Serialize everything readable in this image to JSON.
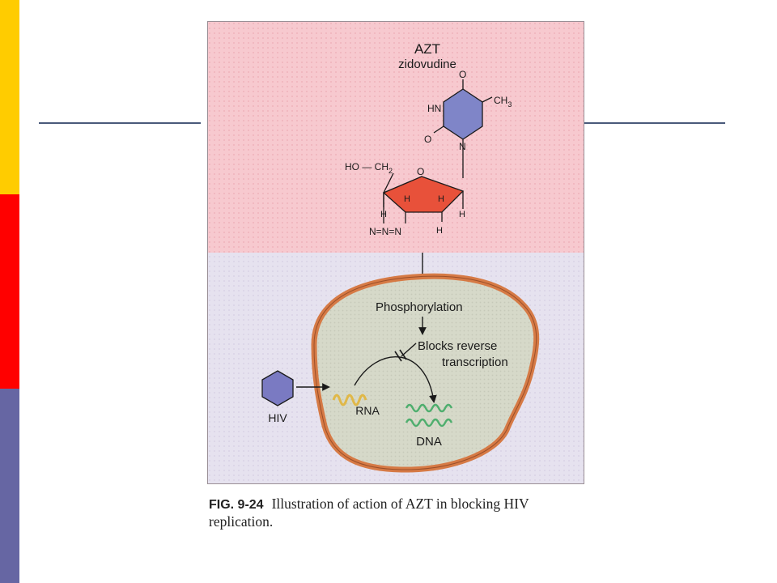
{
  "slide": {
    "accent_colors": {
      "yellow": "#ffcc00",
      "red": "#ff0000",
      "blue": "#6666a3"
    }
  },
  "figure": {
    "title": "AZT",
    "subtitle": "zidovudine",
    "molecule_labels": {
      "o_top": "O",
      "hn": "HN",
      "ch3": "CH",
      "ch3_sub": "3",
      "o_left": "O",
      "n_ring": "N",
      "ho_ch2": "HO — CH",
      "ch2_sub": "2",
      "o_ring": "O",
      "h1": "H",
      "h2": "H",
      "h3": "H",
      "h4": "H",
      "h5": "H",
      "azide": "N=N=N"
    },
    "steps": {
      "phosphorylation": "Phosphorylation",
      "blocks_line1": "Blocks reverse",
      "blocks_line2": "transcription"
    },
    "virus_label": "HIV",
    "rna_label": "RNA",
    "dna_label": "DNA",
    "colors": {
      "top_panel": "#f7c9cf",
      "bottom_panel": "#e6e2ef",
      "cell_interior": "#d6d9c9",
      "cell_membrane": "#d67a45",
      "virus": "#7a7ac2",
      "base_ring": "#7f85c8",
      "sugar_ring": "#e8513a",
      "rna": "#e0b848",
      "dna": "#4fae6e"
    }
  },
  "caption": {
    "figure_number": "FIG. 9-24",
    "text": "Illustration of action of AZT in blocking HIV replication."
  }
}
